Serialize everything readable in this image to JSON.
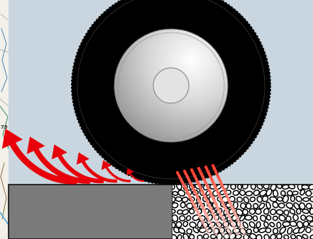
{
  "diagram": {
    "elements": [
      {
        "id": "sky",
        "kind": "background",
        "color": "#c9d6df"
      },
      {
        "id": "road-surface",
        "kind": "solid-ground",
        "color": "#7a7a7a"
      },
      {
        "id": "gravel-surface",
        "kind": "loose-ground",
        "color": "#ffffff",
        "stone_color": "#000000"
      },
      {
        "id": "tire",
        "kind": "wheel",
        "tire_color": "#000000",
        "hub_color": "#d8d8d8"
      },
      {
        "id": "reflected-waves",
        "kind": "arrows",
        "color": "#e8000a",
        "count": 6
      },
      {
        "id": "absorbed-waves",
        "kind": "arrows",
        "color": "#ff4a3a",
        "count": 6
      },
      {
        "id": "map-strip",
        "kind": "decorative-left-edge"
      }
    ],
    "edge_text": {
      "map_label": "78"
    }
  }
}
